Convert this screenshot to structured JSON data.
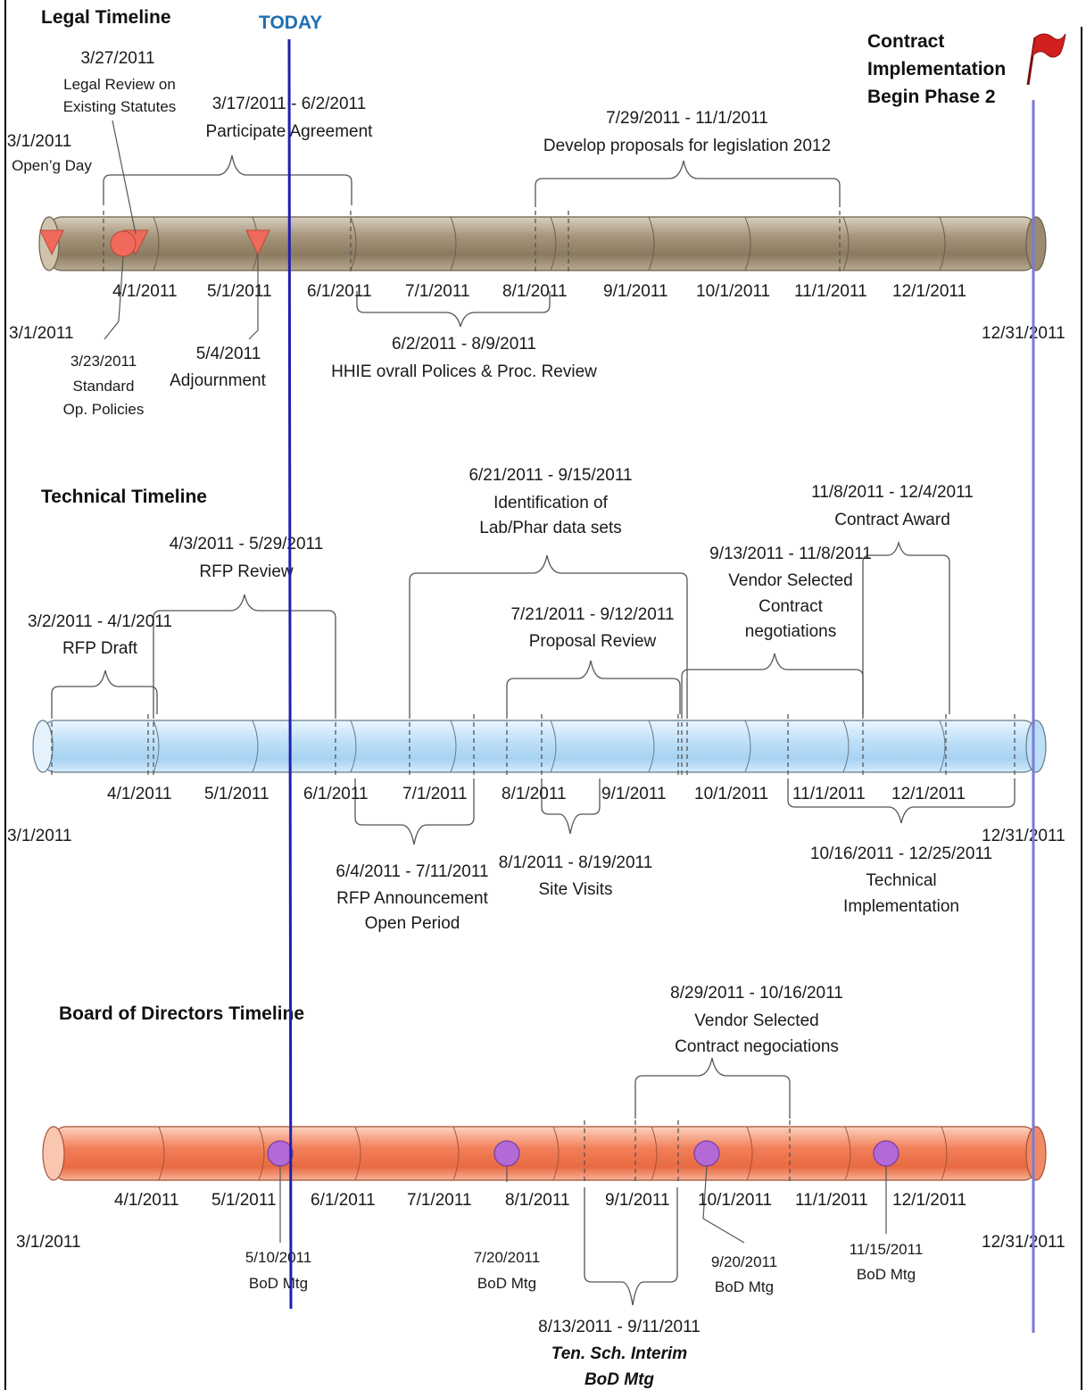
{
  "today": {
    "label": "TODAY",
    "color": "#1f1fb0"
  },
  "end_marker": {
    "lines": [
      "Contract",
      "Implementation",
      "Begin Phase 2"
    ],
    "icon": "red-flag"
  },
  "legal": {
    "title": "Legal Timeline",
    "color": "#a8977c",
    "ticks": [
      "4/1/2011",
      "5/1/2011",
      "6/1/2011",
      "7/1/2011",
      "8/1/2011",
      "9/1/2011",
      "10/1/2011",
      "11/1/2011",
      "12/1/2011"
    ],
    "start": "3/1/2011",
    "end": "12/31/2011",
    "events": [
      {
        "date": "3/27/2011",
        "lines": [
          "Legal Review on",
          "Existing Statutes"
        ]
      },
      {
        "range": "3/17/2011 - 6/2/2011",
        "lines": [
          "Participate Agreement"
        ]
      },
      {
        "date": "3/1/2011",
        "lines": [
          "Open’g Day"
        ]
      },
      {
        "range": "7/29/2011 - 11/1/2011",
        "lines": [
          "Develop proposals for legislation 2012"
        ]
      },
      {
        "date": "3/23/2011",
        "lines": [
          "Standard",
          "Op. Policies"
        ]
      },
      {
        "date": "5/4/2011",
        "lines": [
          "Adjournment"
        ]
      },
      {
        "range": "6/2/2011 - 8/9/2011",
        "lines": [
          "HHIE ovrall Polices & Proc. Review"
        ]
      }
    ]
  },
  "technical": {
    "title": "Technical Timeline",
    "color": "#bfe0f8",
    "ticks": [
      "4/1/2011",
      "5/1/2011",
      "6/1/2011",
      "7/1/2011",
      "8/1/2011",
      "9/1/2011",
      "10/1/2011",
      "11/1/2011",
      "12/1/2011"
    ],
    "start": "3/1/2011",
    "end": "12/31/2011",
    "events": [
      {
        "range": "6/21/2011 - 9/15/2011",
        "lines": [
          "Identification of",
          "Lab/Phar data sets"
        ]
      },
      {
        "range": "11/8/2011 - 12/4/2011",
        "lines": [
          "Contract Award"
        ]
      },
      {
        "range": "4/3/2011 - 5/29/2011",
        "lines": [
          "RFP Review"
        ]
      },
      {
        "range": "9/13/2011 - 11/8/2011",
        "lines": [
          "Vendor Selected",
          "Contract",
          "negotiations"
        ]
      },
      {
        "range": "3/2/2011 - 4/1/2011",
        "lines": [
          "RFP Draft"
        ]
      },
      {
        "range": "7/21/2011 - 9/12/2011",
        "lines": [
          "Proposal Review"
        ]
      },
      {
        "range": "6/4/2011 - 7/11/2011",
        "lines": [
          "RFP Announcement",
          "Open Period"
        ]
      },
      {
        "range": "8/1/2011 - 8/19/2011",
        "lines": [
          "Site Visits"
        ]
      },
      {
        "range": "10/16/2011 - 12/25/2011",
        "lines": [
          "Technical",
          "Implementation"
        ]
      }
    ]
  },
  "board": {
    "title": "Board of Directors Timeline",
    "color": "#f2805a",
    "ticks": [
      "4/1/2011",
      "5/1/2011",
      "6/1/2011",
      "7/1/2011",
      "8/1/2011",
      "9/1/2011",
      "10/1/2011",
      "11/1/2011",
      "12/1/2011"
    ],
    "start": "3/1/2011",
    "end": "12/31/2011",
    "events": [
      {
        "range": "8/29/2011 - 10/16/2011",
        "lines": [
          "Vendor Selected",
          "Contract negociations"
        ]
      },
      {
        "date": "5/10/2011",
        "lines": [
          "BoD Mtg"
        ]
      },
      {
        "date": "7/20/2011",
        "lines": [
          "BoD Mtg"
        ]
      },
      {
        "date": "9/20/2011",
        "lines": [
          "BoD Mtg"
        ]
      },
      {
        "date": "11/15/2011",
        "lines": [
          "BoD Mtg"
        ]
      },
      {
        "range": "8/13/2011 - 9/11/2011",
        "lines": [
          "Ten. Sch. Interim",
          "BoD Mtg"
        ]
      }
    ]
  }
}
